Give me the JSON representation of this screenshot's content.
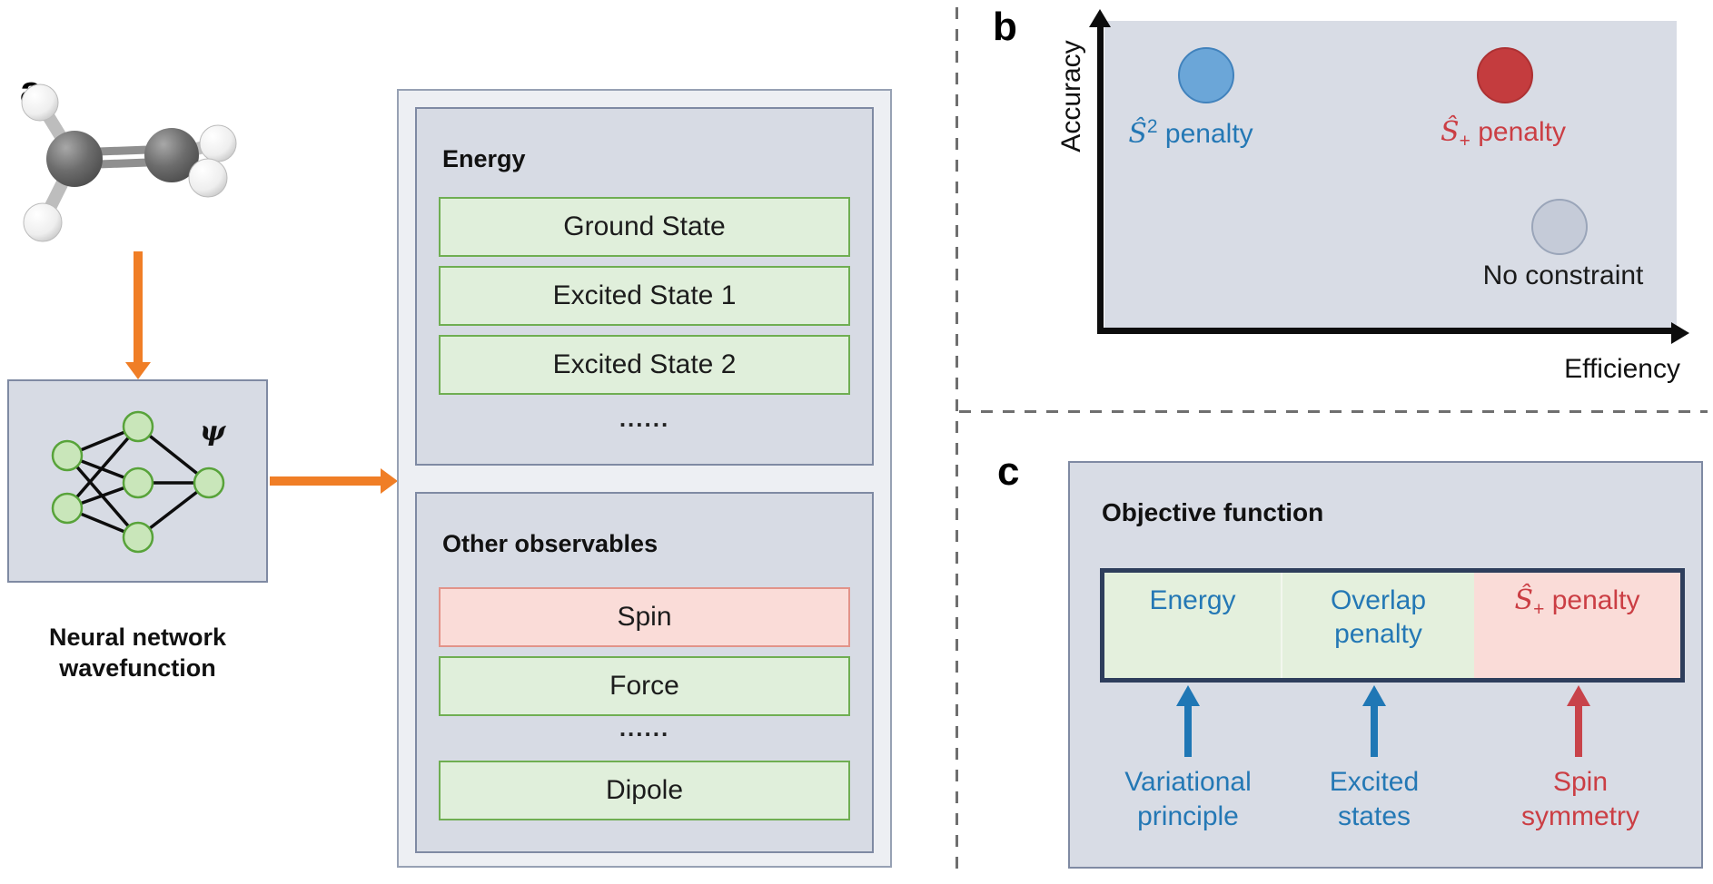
{
  "panel_a": {
    "label": "a",
    "molecule": "ethylene ball-and-stick model",
    "psi_symbol": "ψ",
    "nn_caption": {
      "line1": "Neural network",
      "line2": "wavefunction"
    },
    "energy_box": {
      "title": "Energy",
      "rows": [
        "Ground State",
        "Excited State 1",
        "Excited State 2"
      ],
      "ellipsis": "......"
    },
    "observables_box": {
      "title": "Other observables",
      "row_spin": "Spin",
      "row_force": "Force",
      "ellipsis": "......",
      "row_dipole": "Dipole"
    }
  },
  "panel_b": {
    "label": "b",
    "y_axis_label": "Accuracy",
    "x_axis_label": "Efficiency",
    "points": [
      {
        "name": "s2-penalty",
        "shat": "Ŝ",
        "script": "2",
        "rest": " penalty",
        "color": "#6ba6d8"
      },
      {
        "name": "splus-penalty",
        "shat": "Ŝ",
        "script": "+",
        "rest": " penalty",
        "color": "#c43c3e"
      },
      {
        "name": "no-constraint",
        "label": "No constraint",
        "color": "#c5cbd8"
      }
    ]
  },
  "panel_c": {
    "label": "c",
    "title": "Objective function",
    "segments": {
      "energy": "Energy",
      "overlap_line1": "Overlap",
      "overlap_line2": "penalty",
      "splus": {
        "shat": "Ŝ",
        "script": "+",
        "rest": " penalty"
      }
    },
    "annotations": {
      "variational": {
        "line1": "Variational",
        "line2": "principle"
      },
      "excited": {
        "line1": "Excited",
        "line2": "states"
      },
      "spin": {
        "line1": "Spin",
        "line2": "symmetry"
      }
    }
  },
  "colors": {
    "orange_arrow": "#f07e26",
    "blue_accent": "#2478b5",
    "red_accent": "#cb3e44",
    "green_fill": "#e0efdb",
    "pink_fill": "#fadcd8",
    "panel_fill": "#d8dce5",
    "navy_border": "#2e3e5c"
  }
}
